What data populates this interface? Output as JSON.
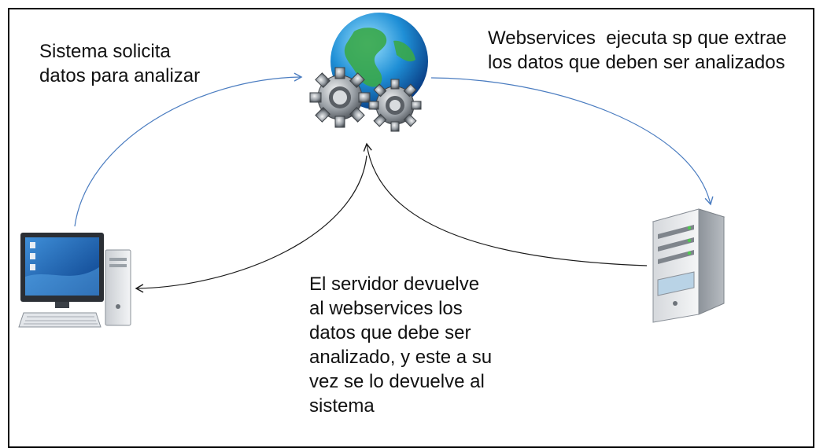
{
  "diagram": {
    "labels": {
      "request": "Sistema solicita\ndatos para analizar",
      "webservice_executes": "Webservices  ejecuta sp que extrae\nlos datos que deben ser analizados",
      "server_returns": "El servidor devuelve\nal webservices los\ndatos que debe ser\nanalizado, y este a su\nvez se lo devuelve al\nsistema"
    },
    "nodes": {
      "client": "computer-workstation-icon",
      "webservice": "globe-with-gears-icon",
      "server": "server-tower-icon"
    },
    "colors": {
      "request_arrow": "#4a7cc0",
      "return_arrow": "#1a1a1a"
    }
  }
}
